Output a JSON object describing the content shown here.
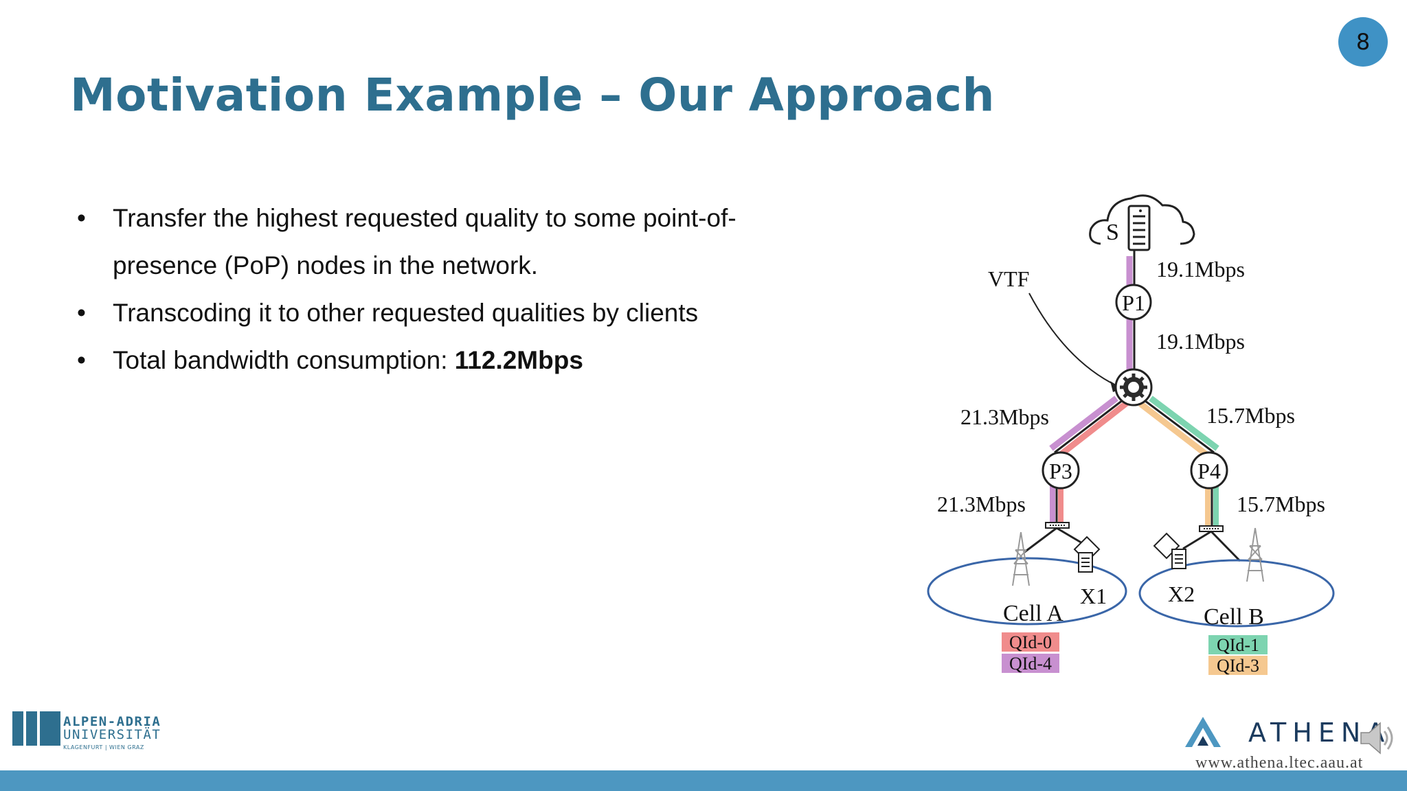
{
  "page_number": "8",
  "title": "Motivation Example – Our Approach",
  "bullets": [
    {
      "bullet": "•",
      "text": "Transfer the highest requested quality to some point-of-presence (PoP) nodes in the network."
    },
    {
      "bullet": "•",
      "text": "Transcoding it to other requested qualities by clients"
    },
    {
      "bullet": "•",
      "text": "Total bandwidth consumption: ",
      "bold": "112.2Mbps"
    }
  ],
  "diagram": {
    "server_label": "S",
    "vtf_label": "VTF",
    "nodes": {
      "p1": "P1",
      "p3": "P3",
      "p4": "P4"
    },
    "links": {
      "s_p1": "19.1Mbps",
      "p1_vtf": "19.1Mbps",
      "vtf_p3": "21.3Mbps",
      "vtf_p4": "15.7Mbps",
      "p3_cell": "21.3Mbps",
      "p4_cell": "15.7Mbps"
    },
    "cells": [
      {
        "name": "Cell A",
        "client": "X1",
        "qids": [
          "QId-0",
          "QId-4"
        ]
      },
      {
        "name": "Cell B",
        "client": "X2",
        "qids": [
          "QId-1",
          "QId-3"
        ]
      }
    ],
    "colors": {
      "qid0": "#f08c8c",
      "qid4": "#c890d0",
      "qid1": "#7dd4b0",
      "qid3": "#f5c890",
      "cell_outline": "#3a66a8",
      "gear": "#2b2b2b"
    }
  },
  "footer": {
    "university_lines": [
      "ALPEN-ADRIA",
      "UNIVERSITÄT",
      "KLAGENFURT | WIEN GRAZ"
    ],
    "athena_name": "ATHENA",
    "athena_url": "www.athena.ltec.aau.at"
  },
  "theme": {
    "accent": "#3f92c5",
    "title_color": "#2e6f8f",
    "footer_bar": "#4d97c1"
  }
}
